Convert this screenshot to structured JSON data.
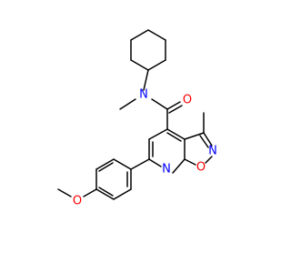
{
  "colors": {
    "bond": "#000000",
    "oxygen": "#ff0000",
    "nitrogen": "#0000ff",
    "background": "#ffffff"
  },
  "atoms": {
    "amide_nitrogen": "N",
    "carbonyl_oxygen": "O",
    "isoxazole_nitrogen": "N",
    "isoxazole_oxygen": "O",
    "pyridine_nitrogen": "N",
    "methoxy_oxygen": "O"
  }
}
